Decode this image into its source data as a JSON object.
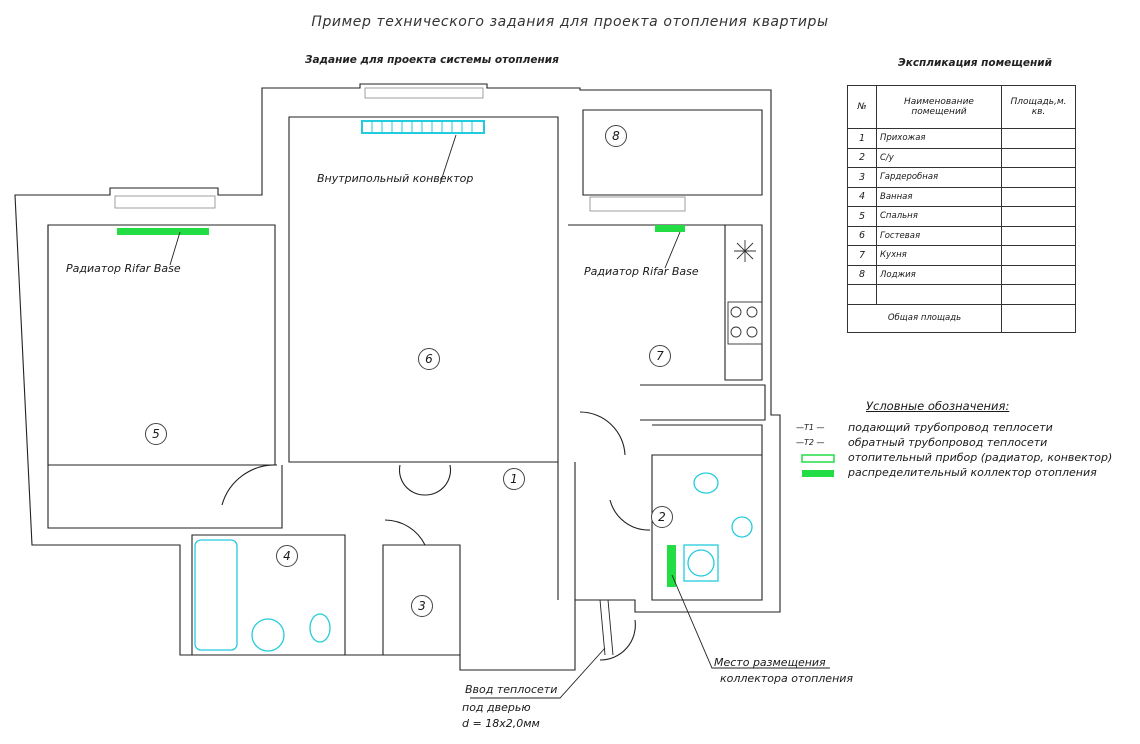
{
  "title": "Пример технического задания для проекта отопления квартиры",
  "plan": {
    "subtitle": "Задание для проекта системы отопления",
    "labels": {
      "convector": "Внутрипольный конвектор",
      "radiator_left": "Радиатор Rifar Base",
      "radiator_right": "Радиатор Rifar Base",
      "collector_line1": "Место размещения",
      "collector_line2": "коллектора отопления",
      "inlet_line1": "Ввод теплосети",
      "inlet_line2": "под дверью",
      "inlet_line3": "d = 18х2,0мм"
    },
    "rooms": [
      "1",
      "2",
      "3",
      "4",
      "5",
      "6",
      "7",
      "8"
    ]
  },
  "explication": {
    "title": "Экспликация помещений",
    "headers": [
      "№",
      "Наименование помещений",
      "Площадь,м. кв."
    ],
    "rows": [
      {
        "num": "1",
        "name": "Прихожая"
      },
      {
        "num": "2",
        "name": "С/у"
      },
      {
        "num": "3",
        "name": "Гардеробная"
      },
      {
        "num": "4",
        "name": "Ванная"
      },
      {
        "num": "5",
        "name": "Спальня"
      },
      {
        "num": "6",
        "name": "Гостевая"
      },
      {
        "num": "7",
        "name": "Кухня"
      },
      {
        "num": "8",
        "name": "Лоджия"
      }
    ],
    "total_label": "Общая площадь"
  },
  "legend": {
    "title": "Условные обозначения:",
    "items": [
      {
        "mark": "—Т1 —",
        "text": "подающий трубопровод теплосети"
      },
      {
        "mark": "—Т2 —",
        "text": "обратный трубопровод теплосети"
      },
      {
        "mark": "",
        "text": "отопительный прибор (радиатор, конвектор)"
      },
      {
        "mark": "",
        "text": "распределительный коллектор отопления"
      }
    ]
  },
  "colors": {
    "device": "#22dd44",
    "convector": "#22ccdd",
    "fixtures": "#22ccdd",
    "wall": "#222222"
  }
}
